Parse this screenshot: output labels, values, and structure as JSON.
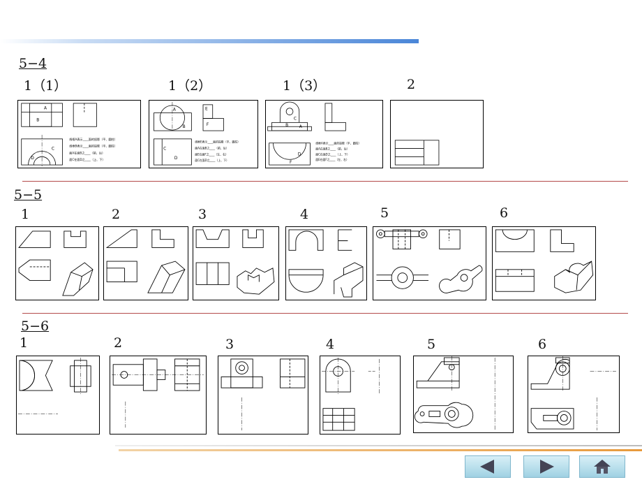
{
  "sections": [
    {
      "label": "5−4",
      "items": [
        "1（1）",
        "1（2）",
        "1（3）",
        "2"
      ]
    },
    {
      "label": "5−5",
      "items": [
        "1",
        "2",
        "3",
        "4",
        "5",
        "6"
      ]
    },
    {
      "label": "5−6",
      "items": [
        "1",
        "2",
        "3",
        "4",
        "5",
        "6"
      ]
    }
  ],
  "panel_text": {
    "p1": [
      "线框A表示____面的投影（平、圆柱）",
      "线框B表示____面的投影（平、圆柱）",
      "面A在面B之____（前、后）",
      "面C在面D之____（上、下）"
    ],
    "p2": [
      "线框E表示____面的投影（平、圆柱）",
      "面A在面B之____（前、后）",
      "面E在面F之____（左、右）",
      "面C在面D之____（上、下）"
    ],
    "p3": [
      "线框A表示____面的投影（平、圆柱）",
      "面A在面B之____（前、后）",
      "面C在面D之____（上、下）",
      "面E在面F之____（左、右）"
    ],
    "letters": [
      "A",
      "B",
      "C",
      "D",
      "E",
      "F"
    ]
  },
  "nav": [
    "prev-arrow-icon",
    "next-arrow-icon",
    "home-icon"
  ],
  "colors": {
    "rule": "#b44a4a",
    "nav_bg": "#a9d8ea",
    "top_line": "#4a86d8"
  }
}
